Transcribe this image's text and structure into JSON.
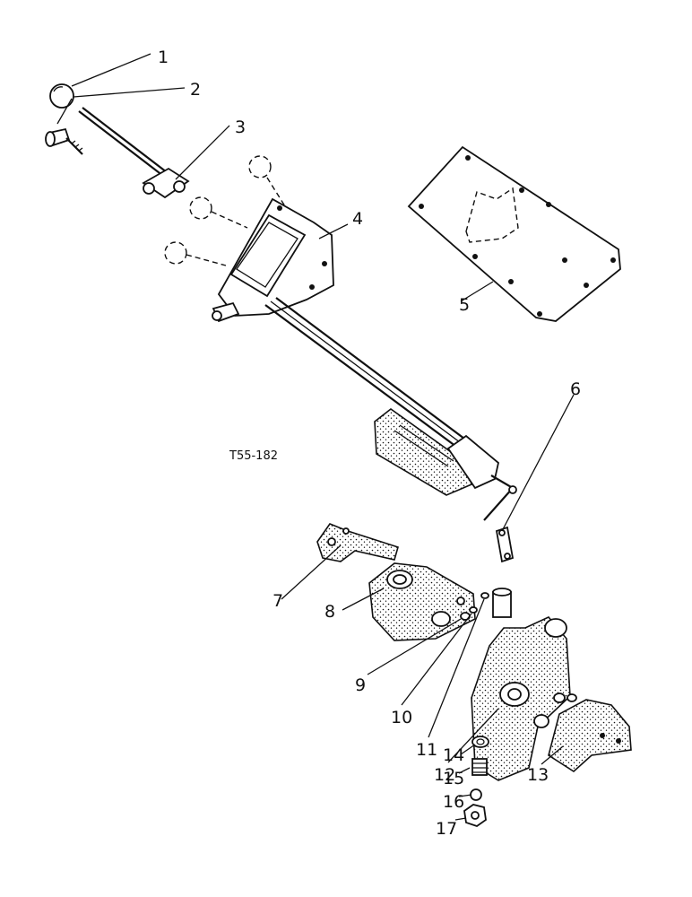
{
  "drawing": {
    "reference_code": "T55-182",
    "callouts": [
      {
        "number": "1"
      },
      {
        "number": "2"
      },
      {
        "number": "3"
      },
      {
        "number": "4"
      },
      {
        "number": "5"
      },
      {
        "number": "6"
      },
      {
        "number": "7"
      },
      {
        "number": "8"
      },
      {
        "number": "9"
      },
      {
        "number": "10"
      },
      {
        "number": "11"
      },
      {
        "number": "12"
      },
      {
        "number": "13"
      },
      {
        "number": "14"
      },
      {
        "number": "15"
      },
      {
        "number": "16"
      },
      {
        "number": "17"
      }
    ]
  },
  "colors": {
    "ink": "#111111",
    "paper": "#ffffff"
  }
}
